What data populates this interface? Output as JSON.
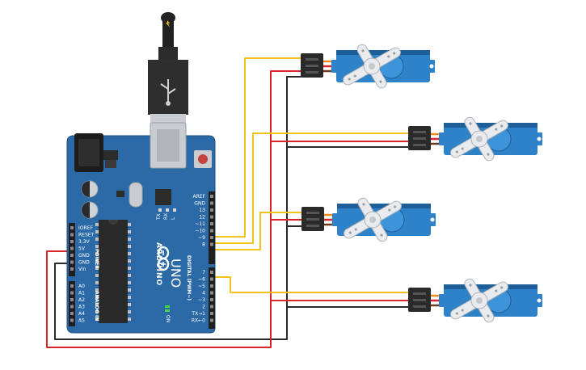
{
  "board": {
    "brand": "ARDUINO",
    "model": "UNO",
    "on_label": "ON",
    "tx_label": "TX",
    "rx_label": "RX",
    "l_label": "L",
    "digital_label": "DIGITAL (PWM~)",
    "power_label": "POWER",
    "analog_label": "ANALOG IN",
    "power_pins": [
      "IOREF",
      "RESET",
      "3.3V",
      "5V",
      "GND",
      "GND",
      "Vin"
    ],
    "analog_pins": [
      "A0",
      "A1",
      "A2",
      "A3",
      "A4",
      "A5"
    ],
    "digital_top": [
      "AREF",
      "GND",
      "13",
      "12",
      "~11",
      "~10",
      "~9",
      "8"
    ],
    "digital_bottom": [
      "7",
      "~6",
      "~5",
      "4",
      "~3",
      "2",
      "TX→1",
      "RX←0"
    ]
  },
  "colors": {
    "board": "#2b6aa6",
    "board_edge": "#1d4f80",
    "servo_body": "#2d82c8",
    "servo_dark": "#1f5f99",
    "horn": "#e9ebee",
    "connector": "#2a2a2a",
    "wire_signal": "#f2c21c",
    "wire_power": "#d6262b",
    "wire_ground": "#2a2a2a",
    "wire_orange": "#f08a1c",
    "usb_cable": "#222222"
  },
  "servos": [
    {
      "id": "servo-1",
      "pin": "~11"
    },
    {
      "id": "servo-2",
      "pin": "~10"
    },
    {
      "id": "servo-3",
      "pin": "~9"
    },
    {
      "id": "servo-4",
      "pin": "~6"
    }
  ]
}
